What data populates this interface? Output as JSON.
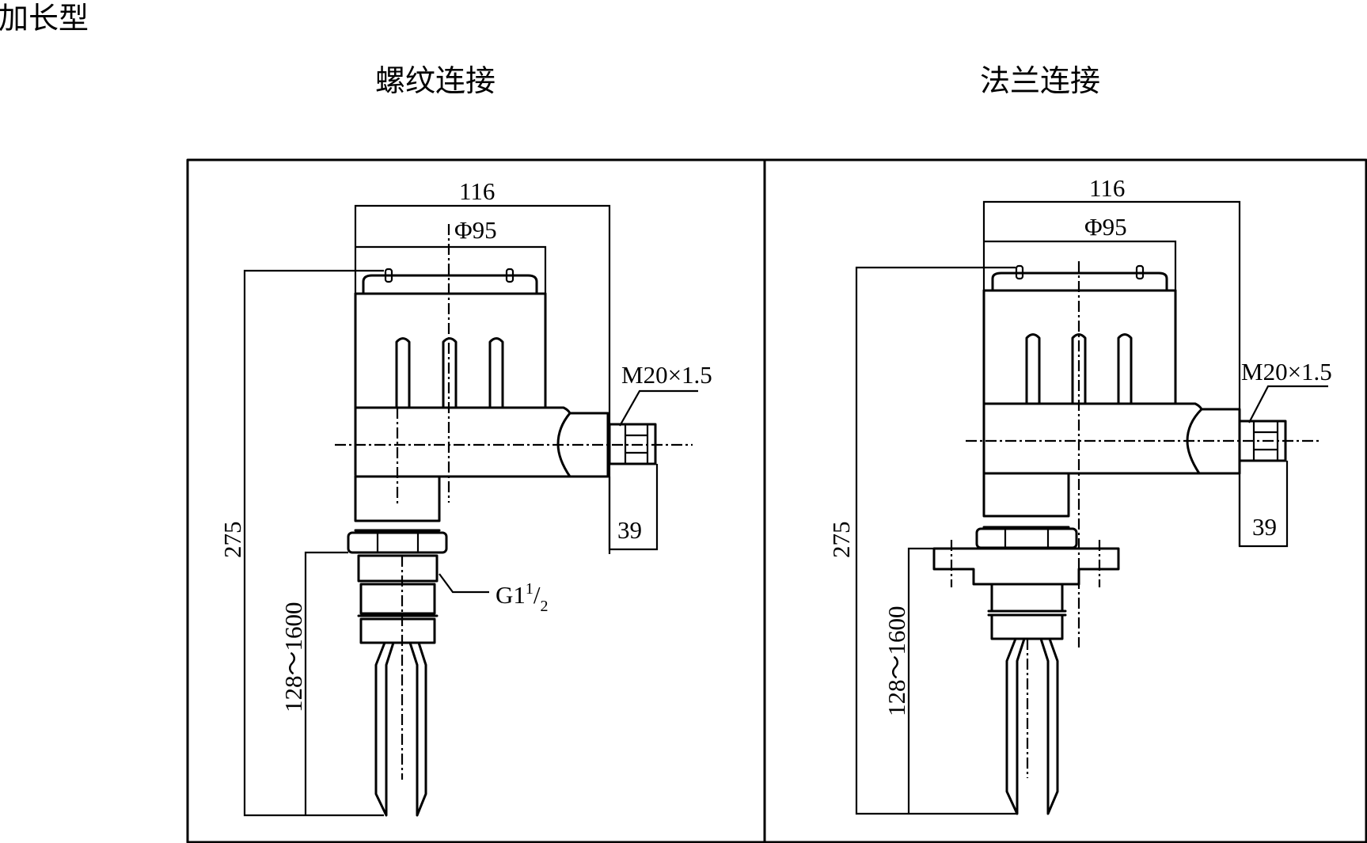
{
  "heading": "加长型",
  "views": [
    {
      "title": "螺纹连接",
      "dims": {
        "overall_width": "116",
        "head_diameter": "Φ95",
        "cable_thread": "M20×1.5",
        "gland_length": "39",
        "total_height": "275",
        "insertion_length": "128～1600",
        "process_thread": "G1",
        "process_thread_sup": "1",
        "process_thread_sub": "2"
      }
    },
    {
      "title": "法兰连接",
      "dims": {
        "overall_width": "116",
        "head_diameter": "Φ95",
        "cable_thread": "M20×1.5",
        "gland_length": "39",
        "total_height": "275",
        "insertion_length": "128～1600"
      }
    }
  ]
}
